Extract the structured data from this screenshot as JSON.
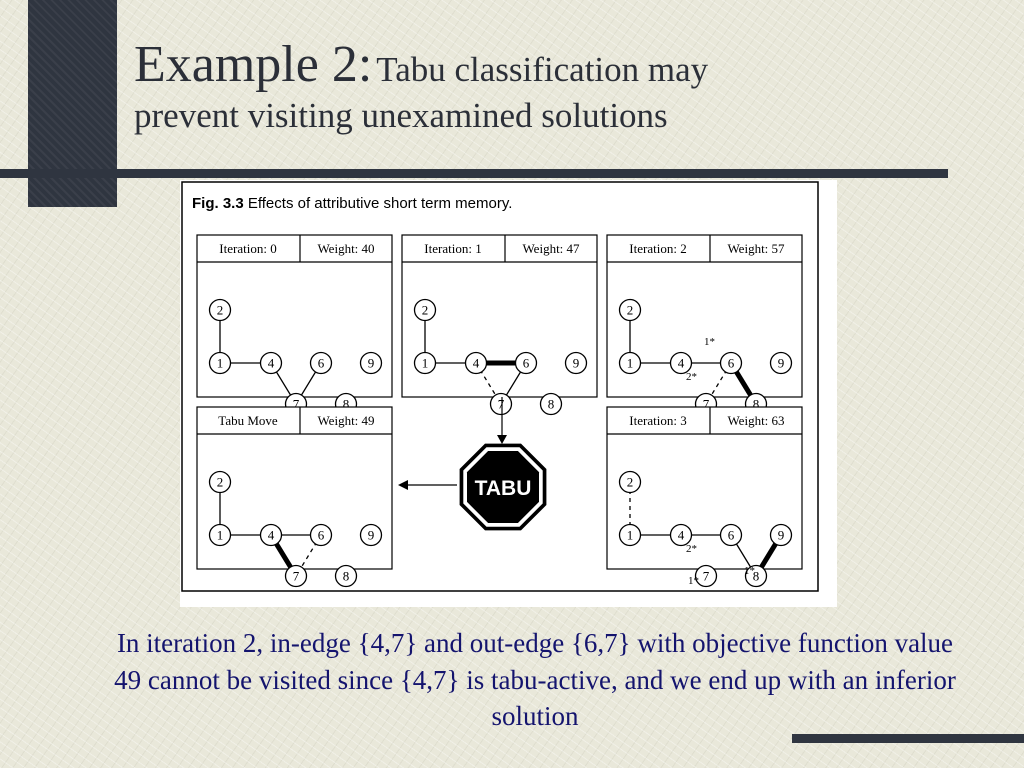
{
  "slide": {
    "title_main": "Example 2:",
    "title_sub": "Tabu classification may",
    "title_line2": "prevent visiting unexamined solutions",
    "caption": "In iteration 2, in-edge {4,7} and out-edge {6,7} with objective function value 49 cannot be visited since {4,7} is tabu-active, and we end up with an inferior solution"
  },
  "figure": {
    "fig_label": "Fig. 3.3",
    "fig_title": "Effects of attributive short term memory.",
    "stop_sign_text": "TABU",
    "panels": [
      {
        "header_left": "Iteration: 0",
        "header_right": "Weight: 40",
        "edges": [
          {
            "a": "2",
            "b": "1",
            "style": "solid"
          },
          {
            "a": "1",
            "b": "4",
            "style": "solid"
          },
          {
            "a": "4",
            "b": "7",
            "style": "solid"
          },
          {
            "a": "6",
            "b": "7",
            "style": "solid"
          }
        ],
        "labels": []
      },
      {
        "header_left": "Iteration: 1",
        "header_right": "Weight: 47",
        "edges": [
          {
            "a": "2",
            "b": "1",
            "style": "solid"
          },
          {
            "a": "1",
            "b": "4",
            "style": "solid"
          },
          {
            "a": "4",
            "b": "6",
            "style": "bold"
          },
          {
            "a": "4",
            "b": "7",
            "style": "dashed"
          },
          {
            "a": "6",
            "b": "7",
            "style": "solid"
          }
        ],
        "labels": []
      },
      {
        "header_left": "Iteration: 2",
        "header_right": "Weight: 57",
        "edges": [
          {
            "a": "2",
            "b": "1",
            "style": "solid"
          },
          {
            "a": "1",
            "b": "4",
            "style": "solid"
          },
          {
            "a": "4",
            "b": "6",
            "style": "solid"
          },
          {
            "a": "6",
            "b": "7",
            "style": "dashed"
          },
          {
            "a": "6",
            "b": "8",
            "style": "bold"
          }
        ],
        "labels": [
          {
            "text": "1*",
            "near": "4-6"
          },
          {
            "text": "2*",
            "near": "6-7"
          }
        ]
      },
      {
        "header_left": "Tabu Move",
        "header_right": "Weight: 49",
        "edges": [
          {
            "a": "2",
            "b": "1",
            "style": "solid"
          },
          {
            "a": "1",
            "b": "4",
            "style": "solid"
          },
          {
            "a": "4",
            "b": "6",
            "style": "solid"
          },
          {
            "a": "4",
            "b": "7",
            "style": "bold"
          },
          {
            "a": "6",
            "b": "7",
            "style": "dashed"
          }
        ],
        "labels": []
      },
      {
        "header_left": "Iteration: 3",
        "header_right": "Weight: 63",
        "edges": [
          {
            "a": "2",
            "b": "1",
            "style": "dashed"
          },
          {
            "a": "1",
            "b": "4",
            "style": "solid"
          },
          {
            "a": "4",
            "b": "6",
            "style": "solid"
          },
          {
            "a": "6",
            "b": "8",
            "style": "solid"
          },
          {
            "a": "8",
            "b": "9",
            "style": "bold"
          }
        ],
        "labels": [
          {
            "text": "1*",
            "near": "4-7"
          },
          {
            "text": "2*",
            "near": "6-7"
          },
          {
            "text": "1*",
            "near": "8-9"
          }
        ]
      }
    ]
  }
}
